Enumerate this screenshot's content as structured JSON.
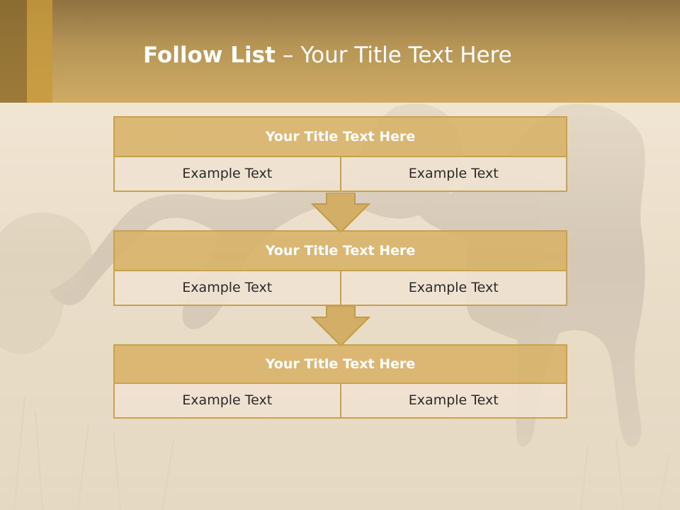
{
  "header": {
    "title_bold": "Follow List",
    "title_sep": "–",
    "title_rest": "Your Title Text Here"
  },
  "blocks": [
    {
      "title": "Your Title Text Here",
      "cells": [
        "Example Text",
        "Example Text"
      ]
    },
    {
      "title": "Your Title Text Here",
      "cells": [
        "Example Text",
        "Example Text"
      ]
    },
    {
      "title": "Your Title Text Here",
      "cells": [
        "Example Text",
        "Example Text"
      ]
    }
  ],
  "colors": {
    "header": "#c9a45f",
    "accent_border": "#c9a24d",
    "title_fill": "#d8b268",
    "cell_fill": "#f0e2d0",
    "arrow_fill": "#d3ae67"
  },
  "icons": {
    "connector": "down-arrow-icon"
  }
}
